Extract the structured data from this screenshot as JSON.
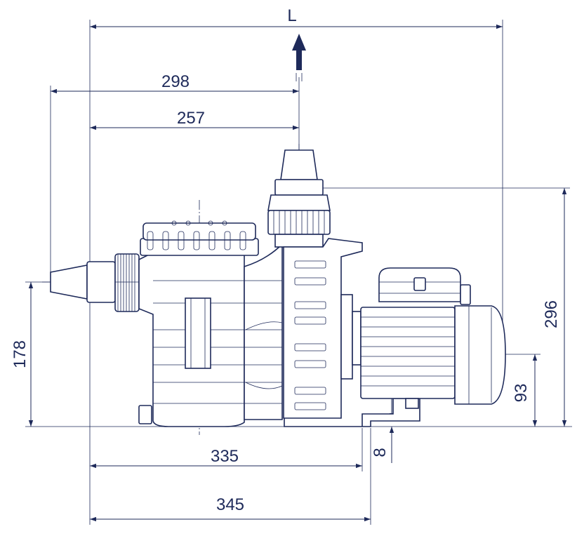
{
  "dimensions": {
    "overall_length": "L",
    "outlet_to_inlet": "298",
    "outlet_from_base": "257",
    "base_length": "335",
    "base_overall": "345",
    "inlet_height": "178",
    "outlet_height": "296",
    "motor_axis_height": "93",
    "foot_thickness": "8"
  },
  "colors": {
    "line": "#1e2a5a",
    "paper": "#ffffff"
  }
}
